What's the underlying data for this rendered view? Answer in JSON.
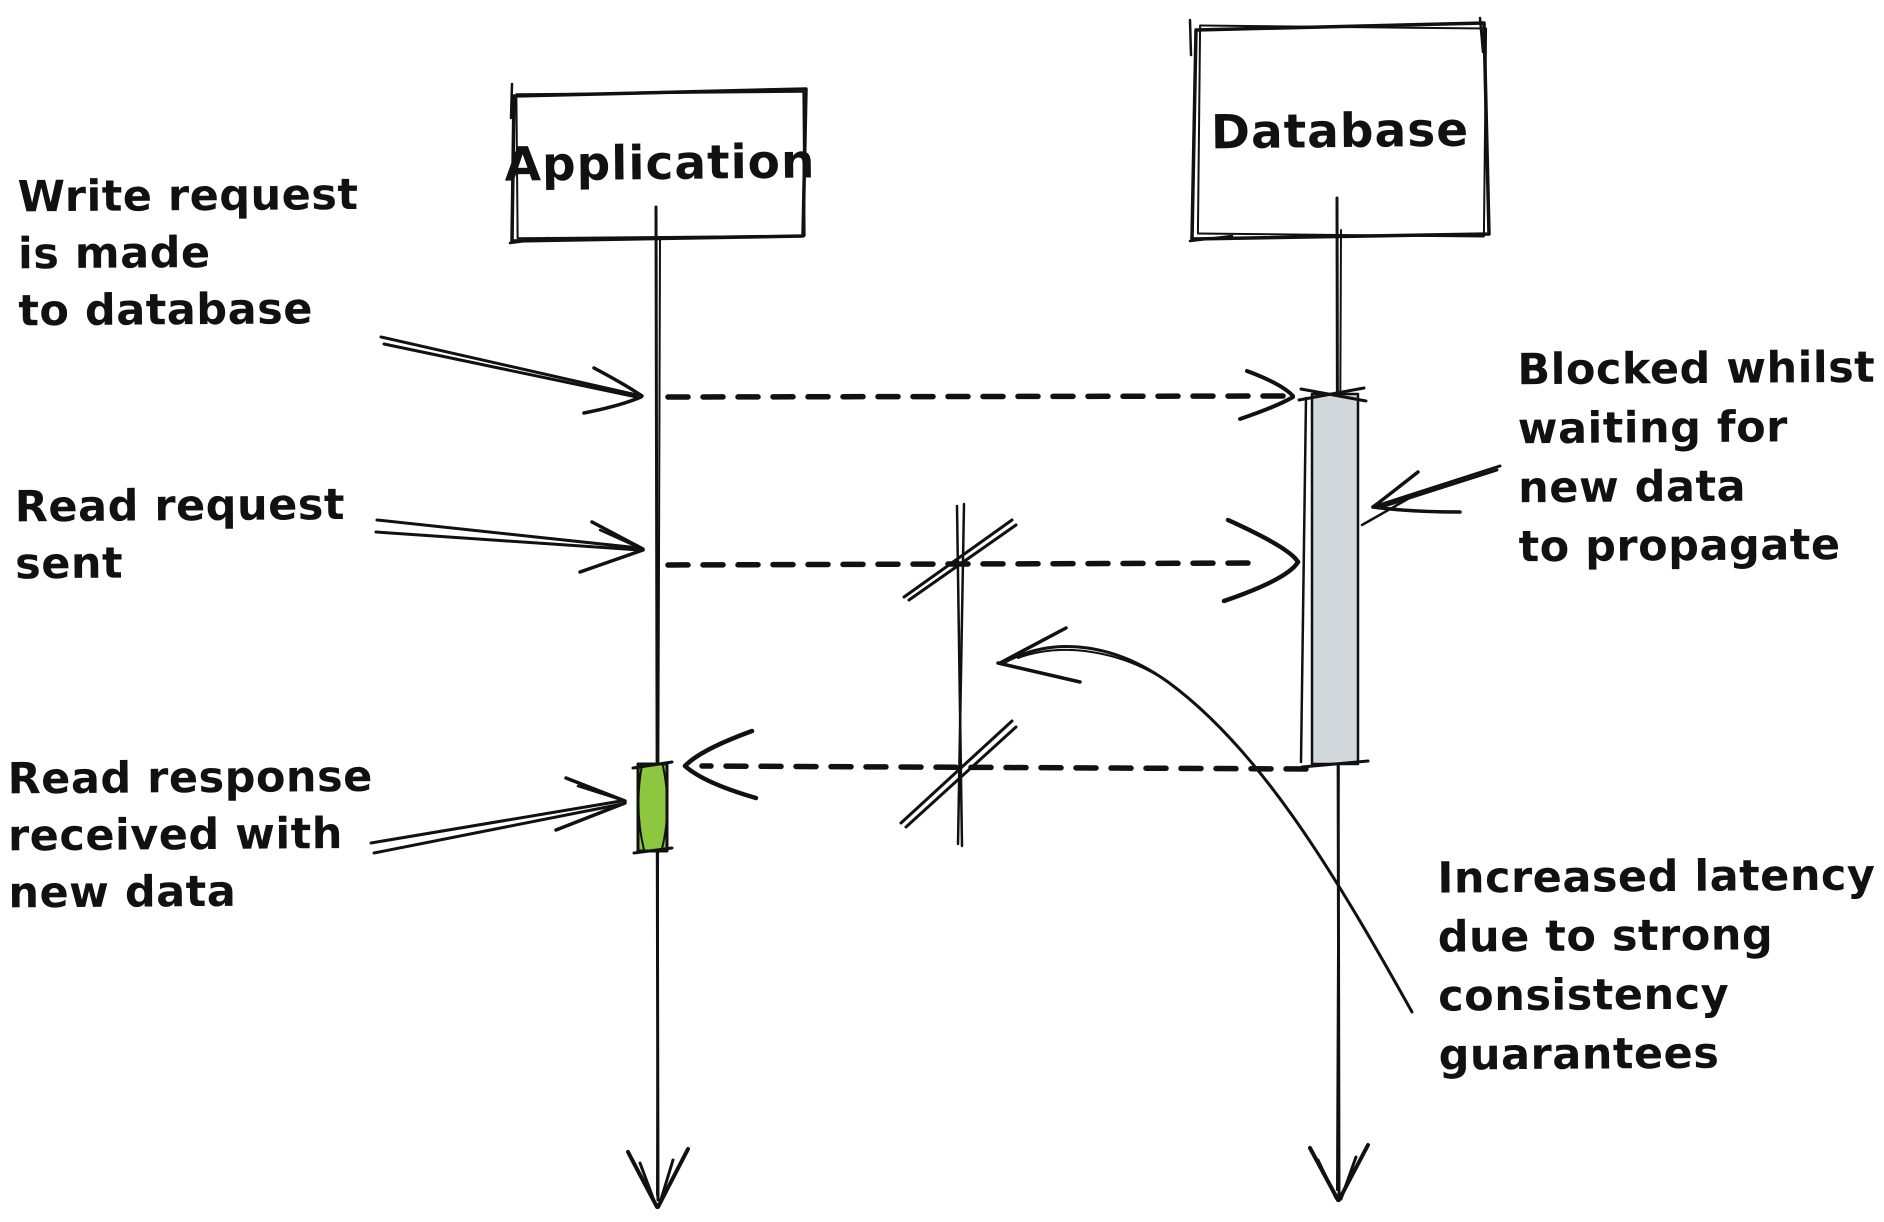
{
  "diagram": {
    "type": "sequence-diagram",
    "actors": [
      {
        "id": "application",
        "label": "Application"
      },
      {
        "id": "database",
        "label": "Database"
      }
    ],
    "messages": [
      {
        "from": "application",
        "to": "database",
        "style": "dashed",
        "label": ""
      },
      {
        "from": "application",
        "to": "database",
        "style": "dashed",
        "label": ""
      },
      {
        "from": "database",
        "to": "application",
        "style": "dashed",
        "label": ""
      }
    ],
    "annotations": {
      "write_note": "Write request\nis made\nto database",
      "read_note": "Read request\nsent",
      "response_note": "Read response\nreceived with\nnew data",
      "blocked_note": "Blocked whilst\nwaiting for\nnew data\nto propagate",
      "latency_note": "Increased latency\ndue to strong\nconsistency\nguarantees"
    },
    "colors": {
      "ink": "#111111",
      "activation_gray": "#d3d8dc",
      "activation_green": "#8dc63f",
      "background": "#ffffff"
    }
  }
}
